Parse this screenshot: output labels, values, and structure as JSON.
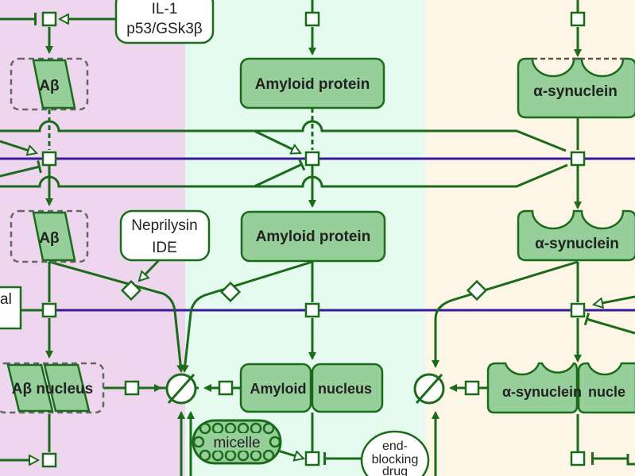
{
  "nodes": {
    "abeta_top": "Aβ",
    "abeta_mid": "Aβ",
    "abeta_nucleus": "Aβ nucleus",
    "amyloid_top": "Amyloid protein",
    "amyloid_mid": "Amyloid protein",
    "amyloid_nucleus_left": "Amyloid",
    "amyloid_nucleus_right": "nucleus",
    "asyn_top": "α-synuclein",
    "asyn_mid": "α-synuclein",
    "asyn_nucleus_left": "α-synuclein",
    "asyn_nucleus_right": "nucle",
    "micelle": "micelle"
  },
  "modulators": {
    "il1_line1": "IL-1",
    "il1_line2": "p53/GSk3β",
    "neprilysin_line1": "Neprilysin",
    "neprilysin_line2": "IDE",
    "endblock_line1": "end-",
    "endblock_line2": "blocking",
    "endblock_line3": "drug",
    "edge_label": "al"
  },
  "colors": {
    "left_panel": "#eed6ee",
    "mid_panel": "#e5fbef",
    "right_panel": "#fdf6e6",
    "node_fill": "#96cf99",
    "stroke": "#1a6b1a",
    "purple_line": "#3a1a9a"
  }
}
